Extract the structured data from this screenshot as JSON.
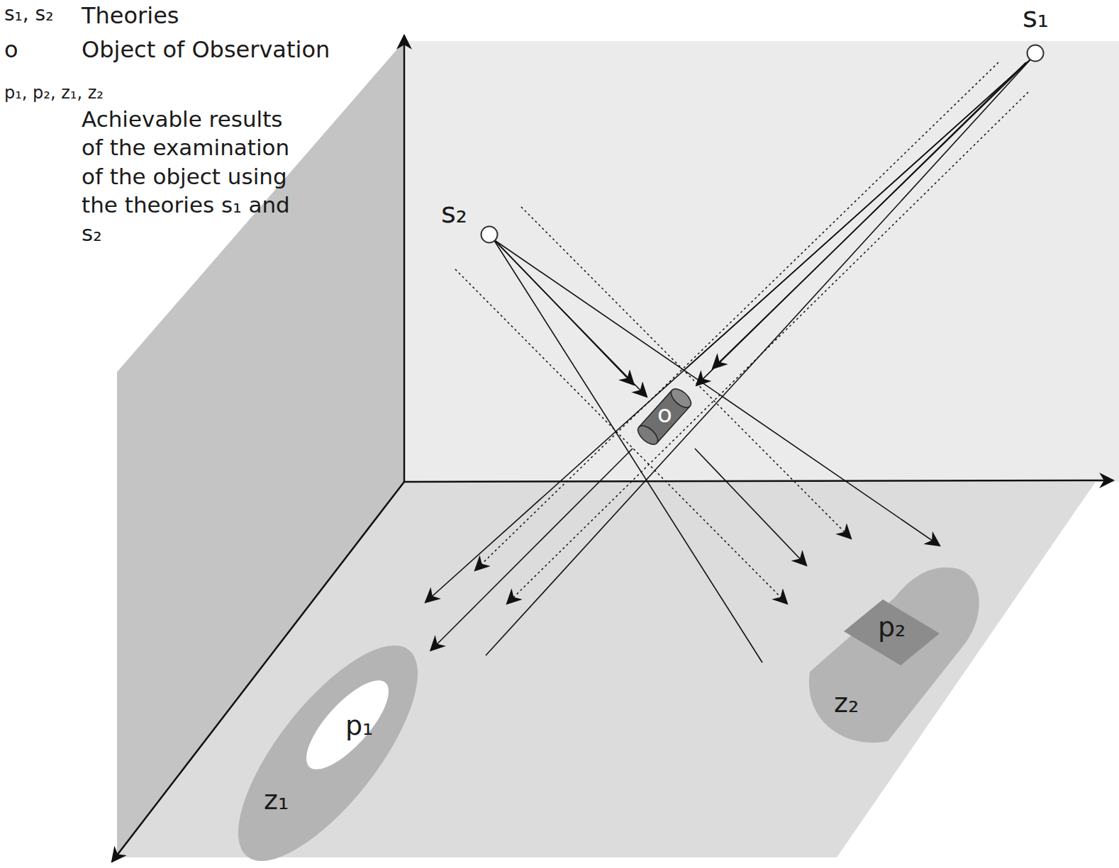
{
  "diagram": {
    "nodes": [
      {
        "text": [
          "s₁"
        ]
      },
      {
        "text": [
          "s₂"
        ]
      },
      {
        "text": [
          "o"
        ]
      },
      {
        "text": [
          "z₁"
        ]
      },
      {
        "text": [
          "p₁"
        ],
        "in": 3
      },
      {
        "text": [
          "z₂"
        ]
      },
      {
        "text": [
          "p₂"
        ],
        "in": 5
      }
    ],
    "edges": [
      {
        "from": 0,
        "to": 2,
        "arrow": "to"
      },
      {
        "from": 1,
        "to": 2,
        "arrow": "to"
      },
      {
        "from": 2,
        "to": 3,
        "arrow": "to"
      },
      {
        "from": 2,
        "to": 5,
        "arrow": "to"
      }
    ],
    "labels": [
      "s₁, s₂",
      "Theories",
      "o",
      "Object of Observation",
      "p₁, p₂, z₁, z₂",
      "Achievable results of the examination of the object using the theories s₁ and s₂"
    ]
  }
}
